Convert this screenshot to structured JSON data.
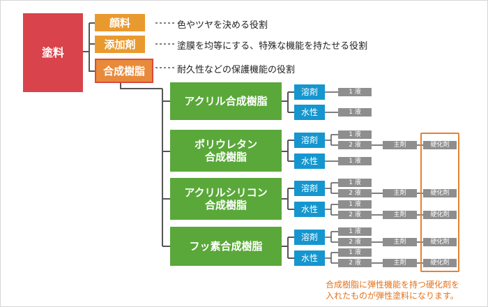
{
  "root": "塗料",
  "components": [
    {
      "label": "顔料",
      "desc": "色やツヤを決める役割"
    },
    {
      "label": "添加剤",
      "desc": "塗膜を均等にする、特殊な機能を持たせる役割"
    },
    {
      "label": "合成樹脂",
      "desc": "耐久性などの保護機能の役割"
    }
  ],
  "resins": [
    {
      "label": "アクリル合成樹脂"
    },
    {
      "label": "ポリウレタン\n合成樹脂"
    },
    {
      "label": "アクリルシリコン\n合成樹脂"
    },
    {
      "label": "フッ素合成樹脂"
    }
  ],
  "labels": {
    "solvent": "溶剤",
    "water": "水性",
    "one_liquid": "1 液",
    "two_liquid": "2 液",
    "main_agent": "主剤",
    "hardener": "硬化剤"
  },
  "note": {
    "line1": "合成樹脂に弾性機能を持つ硬化剤を",
    "line2": "入れたものが弾性塗料になります。"
  },
  "colors": {
    "root": "#d9434c",
    "component": "#e99a2f",
    "resin": "#5aa83a",
    "type": "#1596cf",
    "liquid": "#8e8e8e",
    "highlight": "#e8822e"
  }
}
